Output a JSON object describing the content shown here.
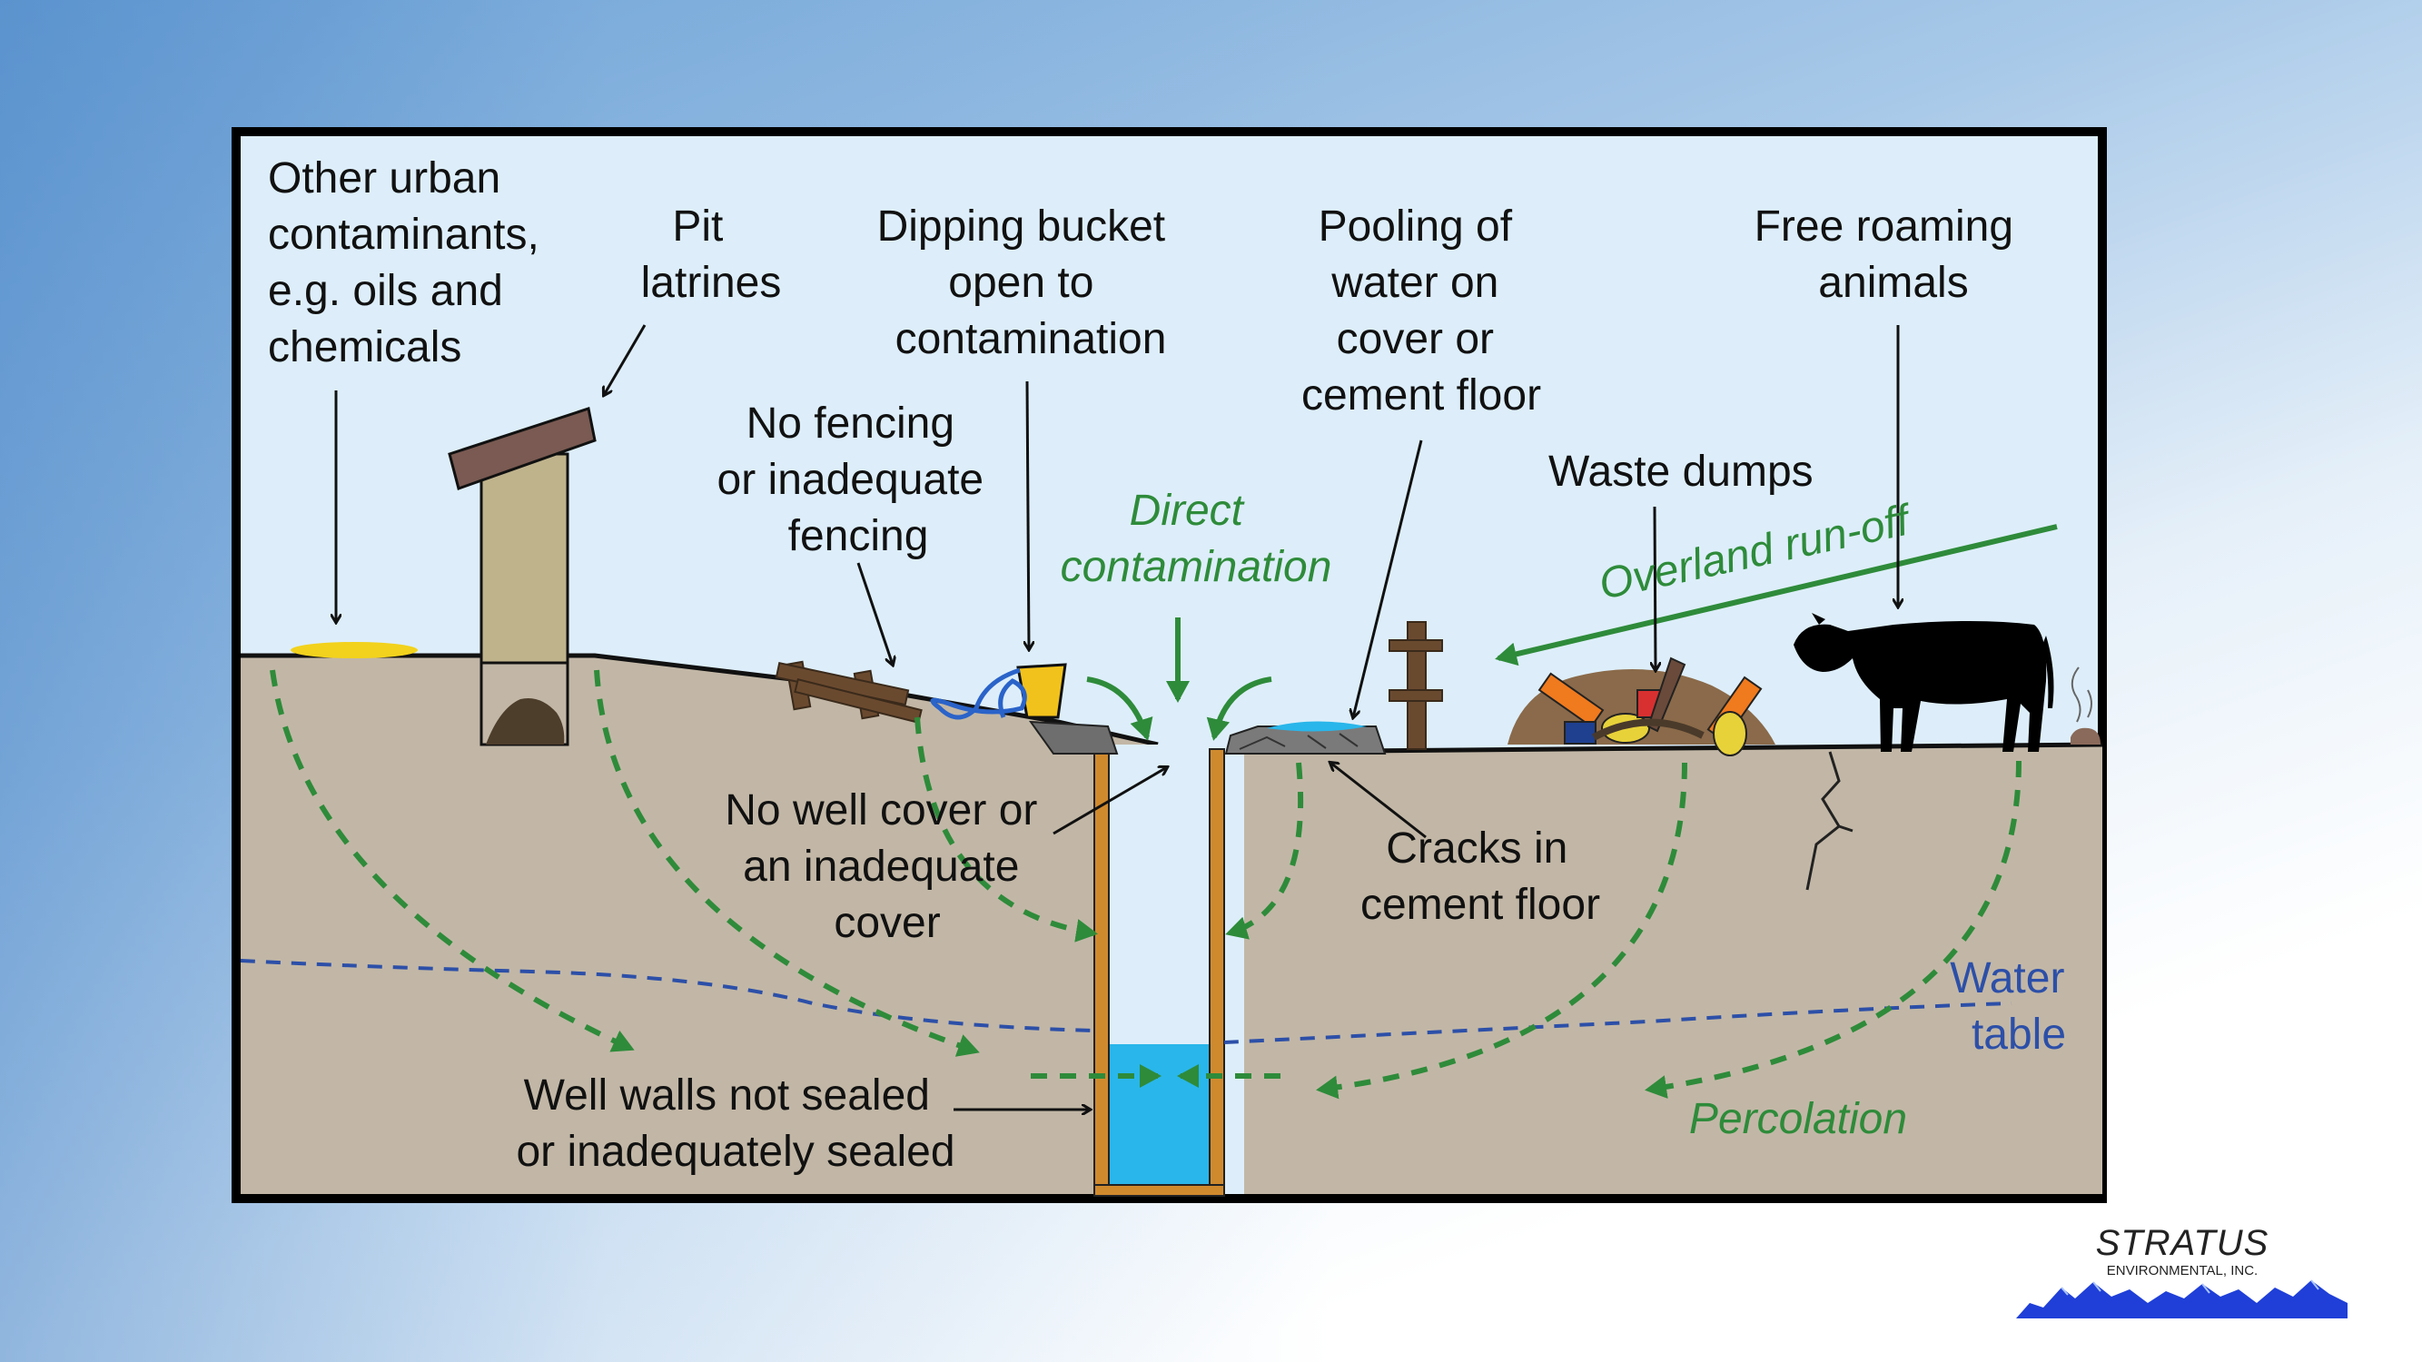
{
  "diagram": {
    "labels": {
      "urban_contaminants": [
        "Other urban",
        "contaminants,",
        "e.g. oils and",
        "chemicals"
      ],
      "pit_latrines": [
        "Pit",
        "latrines"
      ],
      "dipping_bucket": [
        "Dipping bucket",
        "open to",
        "contamination"
      ],
      "pooling_water": [
        "Pooling of",
        "water on",
        "cover or",
        "cement floor"
      ],
      "free_roaming_animals": [
        "Free roaming",
        "animals"
      ],
      "no_fencing": [
        "No fencing",
        "or inadequate",
        "fencing"
      ],
      "direct_contamination": [
        "Direct",
        "contamination"
      ],
      "waste_dumps": "Waste dumps",
      "overland_runoff": "Overland run-off",
      "no_well_cover": [
        "No well cover or",
        "an inadequate",
        "cover"
      ],
      "cracks_cement": [
        "Cracks in",
        "cement floor"
      ],
      "water_table": [
        "Water",
        "table"
      ],
      "percolation": "Percolation",
      "well_walls": [
        "Well walls not sealed",
        "or inadequately sealed"
      ]
    },
    "colors": {
      "sky": "#ddeefa",
      "soil": "#c2b7a6",
      "water": "#29b6ea",
      "green_arrow": "#2e8b3a",
      "water_table_line": "#2c4fa8",
      "well_wall": "#d08a2e"
    }
  },
  "logo": {
    "name": "STRATUS",
    "subtitle": "ENVIRONMENTAL, INC."
  }
}
